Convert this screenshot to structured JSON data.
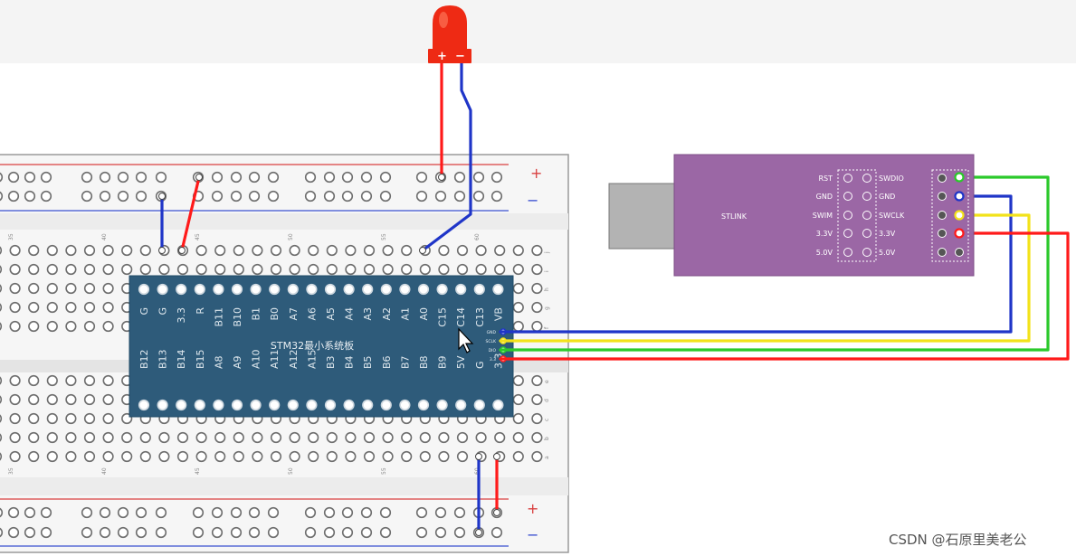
{
  "board": {
    "label": "STM32最小系统板",
    "top_pins": [
      "G",
      "G",
      "3.3",
      "R",
      "B11",
      "B10",
      "B1",
      "B0",
      "A7",
      "A6",
      "A5",
      "A4",
      "A3",
      "A2",
      "A1",
      "A0",
      "C15",
      "C14",
      "C13",
      "VB"
    ],
    "bottom_pins": [
      "B12",
      "B13",
      "B14",
      "B15",
      "A8",
      "A9",
      "A10",
      "A11",
      "A12",
      "A15",
      "B3",
      "B4",
      "B5",
      "B6",
      "B7",
      "B8",
      "B9",
      "5V",
      "G",
      "3.3"
    ],
    "side_pins": [
      "GND",
      "SCLK",
      "DIO",
      "3.3"
    ]
  },
  "stlink": {
    "label": "STLINK",
    "left_labels": [
      "RST",
      "GND",
      "SWIM",
      "3.3V",
      "5.0V"
    ],
    "right_labels": [
      "SWDIO",
      "GND",
      "SWCLK",
      "3.3V",
      "5.0V"
    ]
  },
  "led": {
    "plus": "+",
    "minus": "−"
  },
  "breadboard": {
    "rail_plus": "+",
    "rail_minus": "−",
    "column_numbers": [
      "35",
      "40",
      "45",
      "50",
      "55",
      "60"
    ],
    "row_letters_top": [
      "j",
      "i",
      "h",
      "g",
      "f"
    ],
    "row_letters_bottom": [
      "e",
      "d",
      "c",
      "b",
      "a"
    ]
  },
  "watermark": "CSDN @石原里美老公",
  "colors": {
    "wire_red": "#ff1a1a",
    "wire_blue": "#1f35c8",
    "wire_green": "#2bc92b",
    "wire_yellow": "#f2e21a",
    "board": "#2e5b7a",
    "stlink": "#9b67a5",
    "led": "#ee2a14",
    "hole": "#6e6e6e"
  }
}
